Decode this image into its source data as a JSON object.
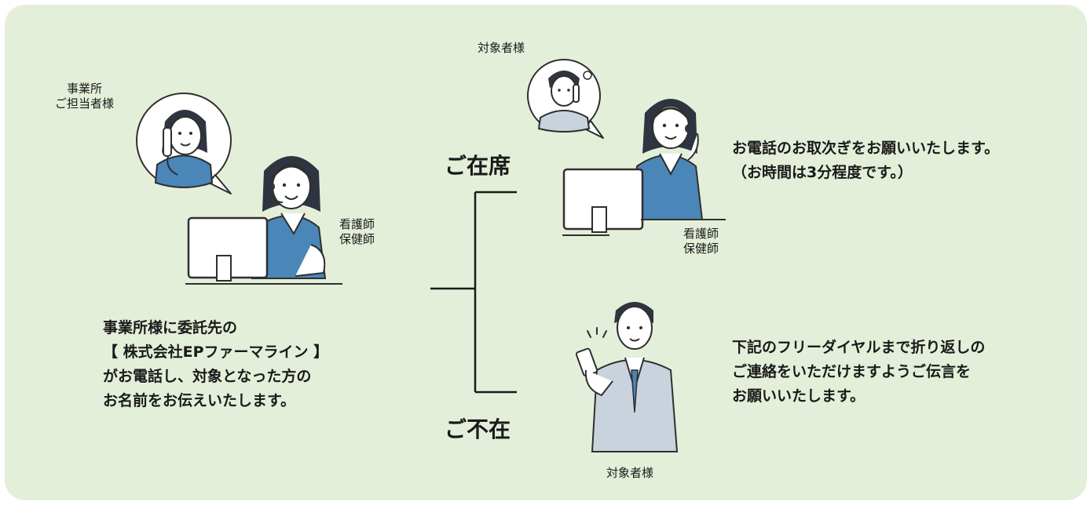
{
  "left": {
    "client_label": [
      "事業所",
      "ご担当者様"
    ],
    "nurse_label": [
      "看護師",
      "保健師"
    ],
    "description": [
      "事業所様に委託先の",
      "【 株式会社EPファーマライン 】",
      "がお電話し、対象となった方の",
      "お名前をお伝えいたします。"
    ]
  },
  "branch_present": {
    "heading": "ご在席",
    "target_label": "対象者様",
    "nurse_label": [
      "看護師",
      "保健師"
    ],
    "message": [
      "お電話のお取次ぎをお願いいたします。",
      "（お時間は3分程度です。）"
    ]
  },
  "branch_absent": {
    "heading": "ご不在",
    "target_label": "対象者様",
    "message": [
      "下記のフリーダイヤルまで折り返しの",
      "ご連絡をいただけますようご伝言を",
      "お願いいたします。"
    ]
  },
  "colors": {
    "background": "#e4efd9",
    "vest": "#4a86b8",
    "suit": "#c9d3de",
    "line": "#1a1a1a"
  }
}
